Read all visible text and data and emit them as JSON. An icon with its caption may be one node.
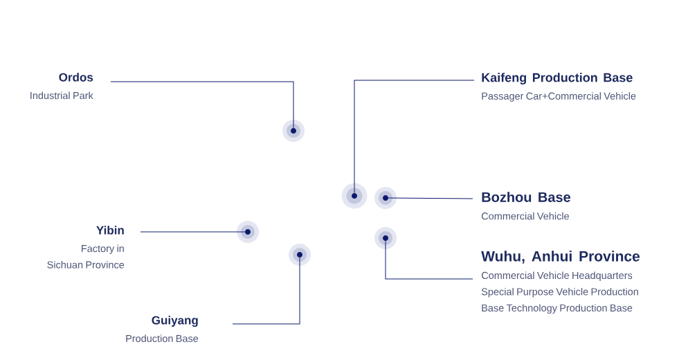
{
  "diagram": {
    "nodes": [
      {
        "text": [
          "Ordos",
          "Industrial Park"
        ]
      },
      {
        "text": [],
        "shape": "circle"
      },
      {
        "text": [
          "Kaifeng Production Base",
          "Passager Car+Commercial Vehicle"
        ]
      },
      {
        "text": [],
        "shape": "circle"
      },
      {
        "text": [
          "Bozhou Base",
          "Commercial Vehicle"
        ]
      },
      {
        "text": [],
        "shape": "circle"
      },
      {
        "text": [
          "Yibin",
          "Factory in Sichuan Province"
        ]
      },
      {
        "text": [],
        "shape": "circle"
      },
      {
        "text": [
          "Wuhu, Anhui Province",
          "Commercial Vehicle Headquarters Special Purpose Vehicle Production Base Technology Production Base"
        ]
      },
      {
        "text": [],
        "shape": "circle"
      },
      {
        "text": [
          "Guiyang",
          "Production Base"
        ]
      },
      {
        "text": [],
        "shape": "circle"
      }
    ],
    "edges": [
      {
        "from": 0,
        "to": 1,
        "arrow": "none"
      },
      {
        "from": 2,
        "to": 3,
        "arrow": "none"
      },
      {
        "from": 4,
        "to": 5,
        "arrow": "none"
      },
      {
        "from": 6,
        "to": 7,
        "arrow": "none"
      },
      {
        "from": 8,
        "to": 9,
        "arrow": "none"
      },
      {
        "from": 10,
        "to": 11,
        "arrow": "none"
      }
    ]
  }
}
